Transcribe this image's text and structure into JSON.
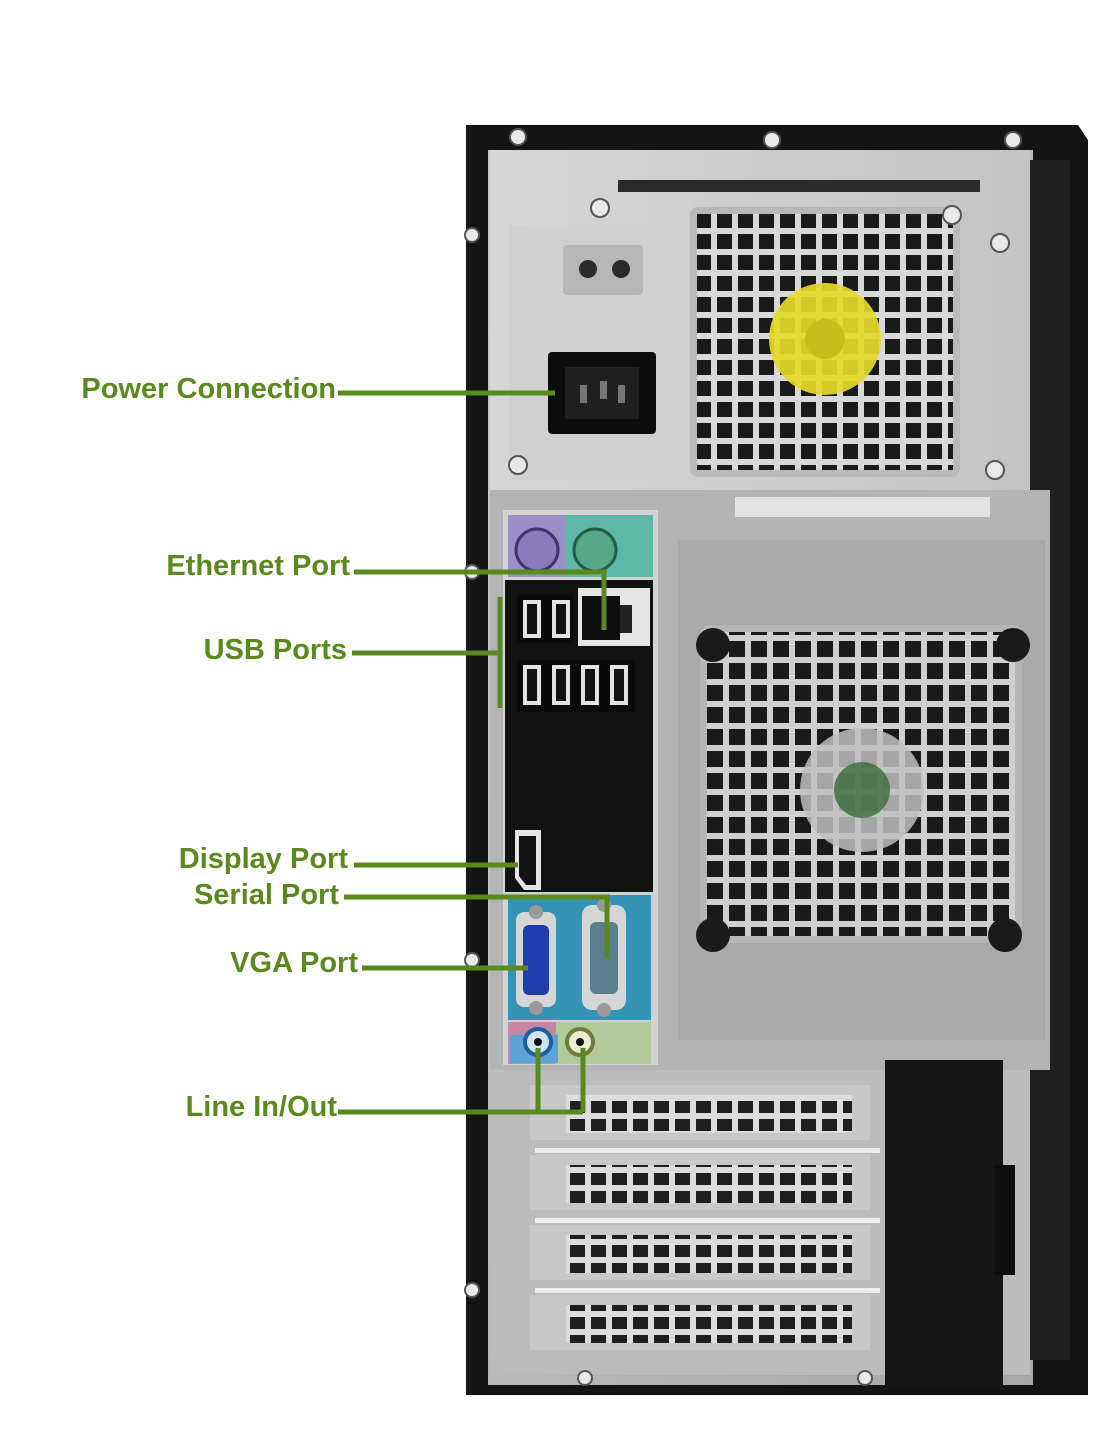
{
  "accent_color": "#5a8a1e",
  "labels": {
    "power": "Power Connection",
    "ethernet": "Ethernet Port",
    "usb": "USB Ports",
    "display": "Display Port",
    "serial": "Serial Port",
    "vga": "VGA Port",
    "line": "Line In/Out"
  },
  "icons": {
    "power_socket": "power-socket-icon",
    "ethernet": "ethernet-jack-icon",
    "usb": "usb-port-icon",
    "display": "displayport-icon",
    "serial": "serial-port-icon",
    "vga": "vga-port-icon",
    "audio": "audio-jack-icon",
    "fan": "fan-grille-icon"
  }
}
